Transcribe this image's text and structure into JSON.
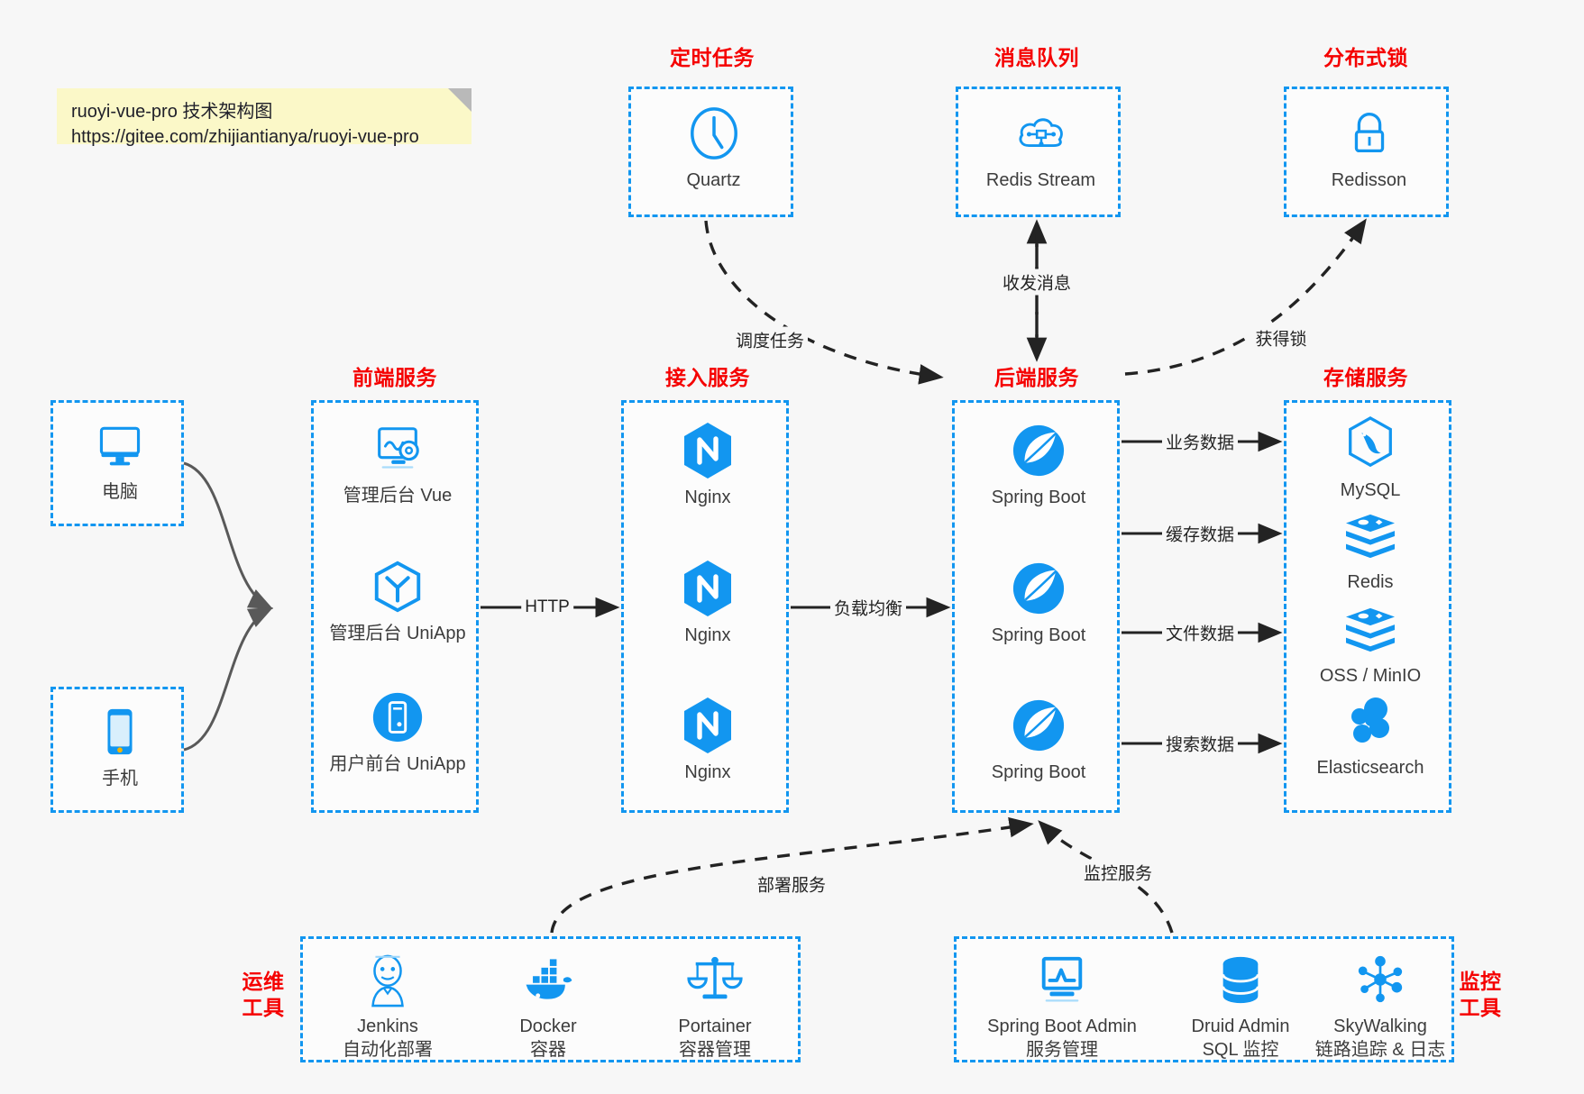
{
  "page": {
    "title": "ruoyi-vue-pro 技术架构图",
    "background": "#f7f7f7",
    "accent_blue": "#1296f0",
    "caption_red": "#f50000"
  },
  "note": {
    "line1": "ruoyi-vue-pro 技术架构图",
    "line2": "https://gitee.com/zhijiantianya/ruoyi-vue-pro",
    "background": "#fbf8c8"
  },
  "groups": {
    "scheduled_task": {
      "caption": "定时任务",
      "items": [
        {
          "label": "Quartz",
          "icon": "clock-icon"
        }
      ]
    },
    "message_queue": {
      "caption": "消息队列",
      "items": [
        {
          "label": "Redis Stream",
          "icon": "cloud-network-icon"
        }
      ]
    },
    "distributed_lock": {
      "caption": "分布式锁",
      "items": [
        {
          "label": "Redisson",
          "icon": "lock-icon"
        }
      ]
    },
    "clients": {
      "caption": "",
      "items": [
        {
          "label": "电脑",
          "icon": "desktop-monitor-icon"
        },
        {
          "label": "手机",
          "icon": "mobile-phone-icon"
        }
      ]
    },
    "frontend": {
      "caption": "前端服务",
      "items": [
        {
          "label": "管理后台 Vue",
          "icon": "dashboard-gear-icon"
        },
        {
          "label": "管理后台 UniApp",
          "icon": "uniapp-cube-icon"
        },
        {
          "label": "用户前台 UniApp",
          "icon": "mobile-app-icon"
        }
      ]
    },
    "gateway": {
      "caption": "接入服务",
      "items": [
        {
          "label": "Nginx",
          "icon": "nginx-icon"
        },
        {
          "label": "Nginx",
          "icon": "nginx-icon"
        },
        {
          "label": "Nginx",
          "icon": "nginx-icon"
        }
      ]
    },
    "backend": {
      "caption": "后端服务",
      "items": [
        {
          "label": "Spring Boot",
          "icon": "spring-boot-icon"
        },
        {
          "label": "Spring Boot",
          "icon": "spring-boot-icon"
        },
        {
          "label": "Spring Boot",
          "icon": "spring-boot-icon"
        }
      ]
    },
    "storage": {
      "caption": "存储服务",
      "items": [
        {
          "label": "MySQL",
          "icon": "mysql-icon"
        },
        {
          "label": "Redis",
          "icon": "redis-icon"
        },
        {
          "label": "OSS / MinIO",
          "icon": "object-storage-icon"
        },
        {
          "label": "Elasticsearch",
          "icon": "elasticsearch-icon"
        }
      ]
    },
    "devops": {
      "caption": "运维\n工具",
      "caption_line1": "运维",
      "caption_line2": "工具",
      "items": [
        {
          "label": "Jenkins",
          "sublabel": "自动化部署",
          "icon": "jenkins-icon"
        },
        {
          "label": "Docker",
          "sublabel": "容器",
          "icon": "docker-icon"
        },
        {
          "label": "Portainer",
          "sublabel": "容器管理",
          "icon": "portainer-scales-icon"
        }
      ]
    },
    "monitoring": {
      "caption_line1": "监控",
      "caption_line2": "工具",
      "items": [
        {
          "label": "Spring Boot Admin",
          "sublabel": "服务管理",
          "icon": "monitor-chart-icon"
        },
        {
          "label": "Druid Admin",
          "sublabel": "SQL 监控",
          "icon": "database-stack-icon"
        },
        {
          "label": "SkyWalking",
          "sublabel": "链路追踪 & 日志",
          "icon": "skywalking-network-icon"
        }
      ]
    }
  },
  "edges": [
    {
      "id": "http",
      "label": "HTTP",
      "from": "frontend",
      "to": "gateway",
      "style": "solid"
    },
    {
      "id": "load-balance",
      "label": "负载均衡",
      "from": "gateway",
      "to": "backend",
      "style": "solid"
    },
    {
      "id": "biz-data",
      "label": "业务数据",
      "from": "backend",
      "to": "mysql",
      "style": "solid"
    },
    {
      "id": "cache-data",
      "label": "缓存数据",
      "from": "backend",
      "to": "redis",
      "style": "solid"
    },
    {
      "id": "file-data",
      "label": "文件数据",
      "from": "backend",
      "to": "oss",
      "style": "solid"
    },
    {
      "id": "search-data",
      "label": "搜索数据",
      "from": "backend",
      "to": "elasticsearch",
      "style": "solid"
    },
    {
      "id": "schedule-task",
      "label": "调度任务",
      "from": "quartz",
      "to": "backend",
      "style": "dashed"
    },
    {
      "id": "send-receive",
      "label": "收发消息",
      "from": "backend",
      "to": "redis-stream",
      "style": "dashed-bidirectional"
    },
    {
      "id": "acquire-lock",
      "label": "获得锁",
      "from": "backend",
      "to": "redisson",
      "style": "dashed"
    },
    {
      "id": "deploy-service",
      "label": "部署服务",
      "from": "devops",
      "to": "backend",
      "style": "dashed"
    },
    {
      "id": "monitor-service",
      "label": "监控服务",
      "from": "monitoring",
      "to": "backend",
      "style": "dashed"
    }
  ]
}
